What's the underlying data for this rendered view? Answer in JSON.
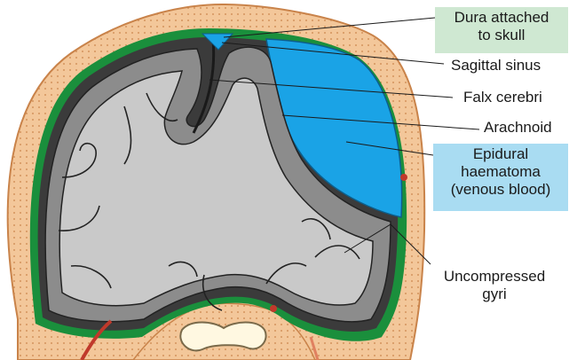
{
  "labels": {
    "dura_line1": "Dura attached",
    "dura_line2": "to skull",
    "sagittal_sinus": "Sagittal sinus",
    "falx_cerebri": "Falx cerebri",
    "arachnoid": "Arachnoid",
    "epidural_line1": "Epidural",
    "epidural_line2": "haematoma",
    "epidural_line3": "(venous blood)",
    "uncompressed_line1": "Uncompressed",
    "uncompressed_line2": "gyri"
  },
  "colors": {
    "skull": "#f3c79a",
    "skull_outline": "#c9834a",
    "dura": "#1a8f3c",
    "brain_cortex": "#8c8c8c",
    "brain_white": "#c9c9c9",
    "haematoma": "#1aa3e6",
    "green_box": "#cfe8d2",
    "blue_box": "#a9dcf2",
    "vessel": "#c0392b"
  }
}
